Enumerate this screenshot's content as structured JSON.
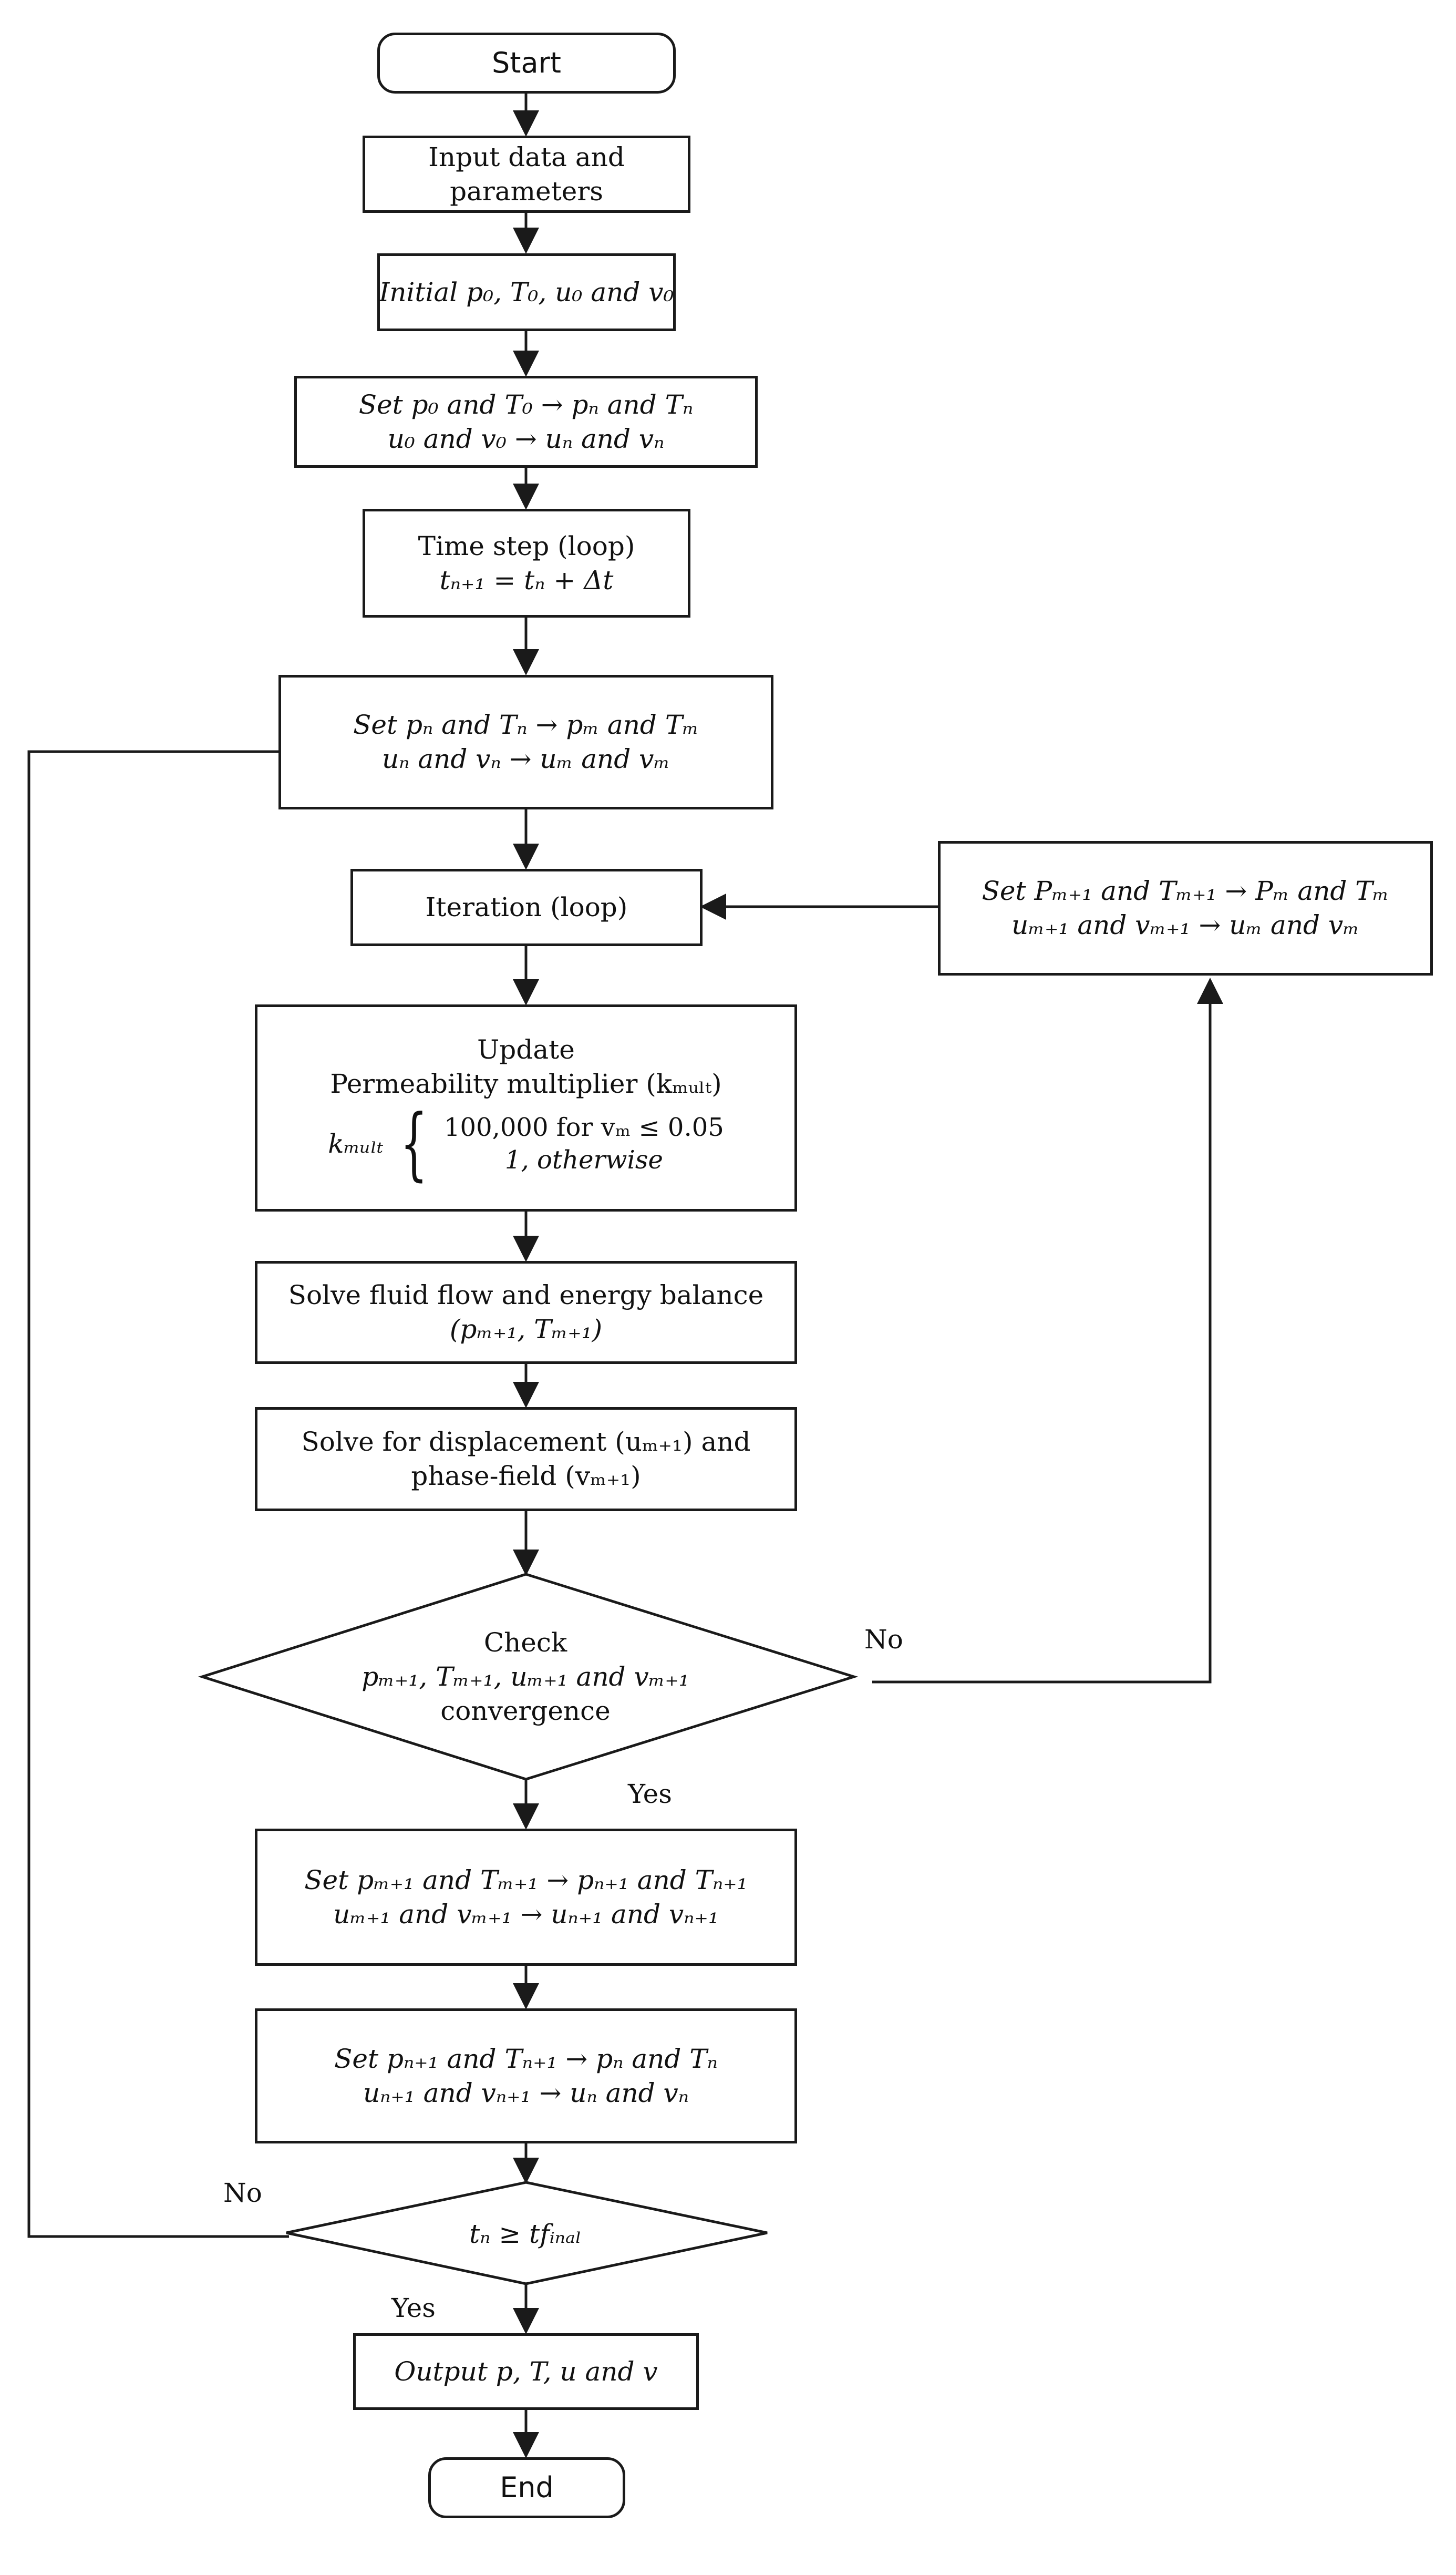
{
  "start": "Start",
  "end": "End",
  "input": {
    "l1": "Input data and",
    "l2": "parameters"
  },
  "initial": {
    "l1": "Initial p₀, T₀, u₀ and v₀"
  },
  "set_initial": {
    "l1": "Set p₀ and T₀ → pₙ and Tₙ",
    "l2": "u₀ and v₀ → uₙ and vₙ"
  },
  "timestep": {
    "l1": "Time step (loop)",
    "l2": "tₙ₊₁ = tₙ + Δt"
  },
  "set_nm": {
    "l1": "Set pₙ and Tₙ → pₘ and Tₘ",
    "l2": "uₙ and vₙ → uₘ and vₘ"
  },
  "iteration": {
    "l1": "Iteration (loop)"
  },
  "set_m1m": {
    "l1": "Set Pₘ₊₁ and Tₘ₊₁ → Pₘ and Tₘ",
    "l2": "uₘ₊₁ and vₘ₊₁ → uₘ and vₘ"
  },
  "update": {
    "l1": "Update",
    "l2": "Permeability multiplier (kₘᵤₗₜ)",
    "kmult": "kₘᵤₗₜ",
    "case1": "100,000  for vₘ ≤ 0.05",
    "case2": "1, otherwise"
  },
  "solve_flow": {
    "l1": "Solve fluid flow and energy balance",
    "l2": "(pₘ₊₁, Tₘ₊₁)"
  },
  "solve_disp": {
    "l1": "Solve for displacement (uₘ₊₁) and",
    "l2": "phase-field (vₘ₊₁)"
  },
  "check": {
    "l1": "Check",
    "l2": "pₘ₊₁, Tₘ₊₁, uₘ₊₁ and vₘ₊₁",
    "l3": "convergence"
  },
  "set_m1n1": {
    "l1": "Set pₘ₊₁ and Tₘ₊₁ → pₙ₊₁ and Tₙ₊₁",
    "l2": "uₘ₊₁ and vₘ₊₁ → uₙ₊₁ and vₙ₊₁"
  },
  "set_n1n": {
    "l1": "Set pₙ₊₁ and Tₙ₊₁ → pₙ and Tₙ",
    "l2": "uₙ₊₁ and vₙ₊₁ → uₙ and vₙ"
  },
  "final_check": {
    "l1": "tₙ ≥ tfᵢₙₐₗ"
  },
  "output": {
    "l1": "Output p, T, u and v"
  },
  "labels": {
    "no_check": "No",
    "yes_check": "Yes",
    "no_final": "No",
    "yes_final": "Yes"
  }
}
